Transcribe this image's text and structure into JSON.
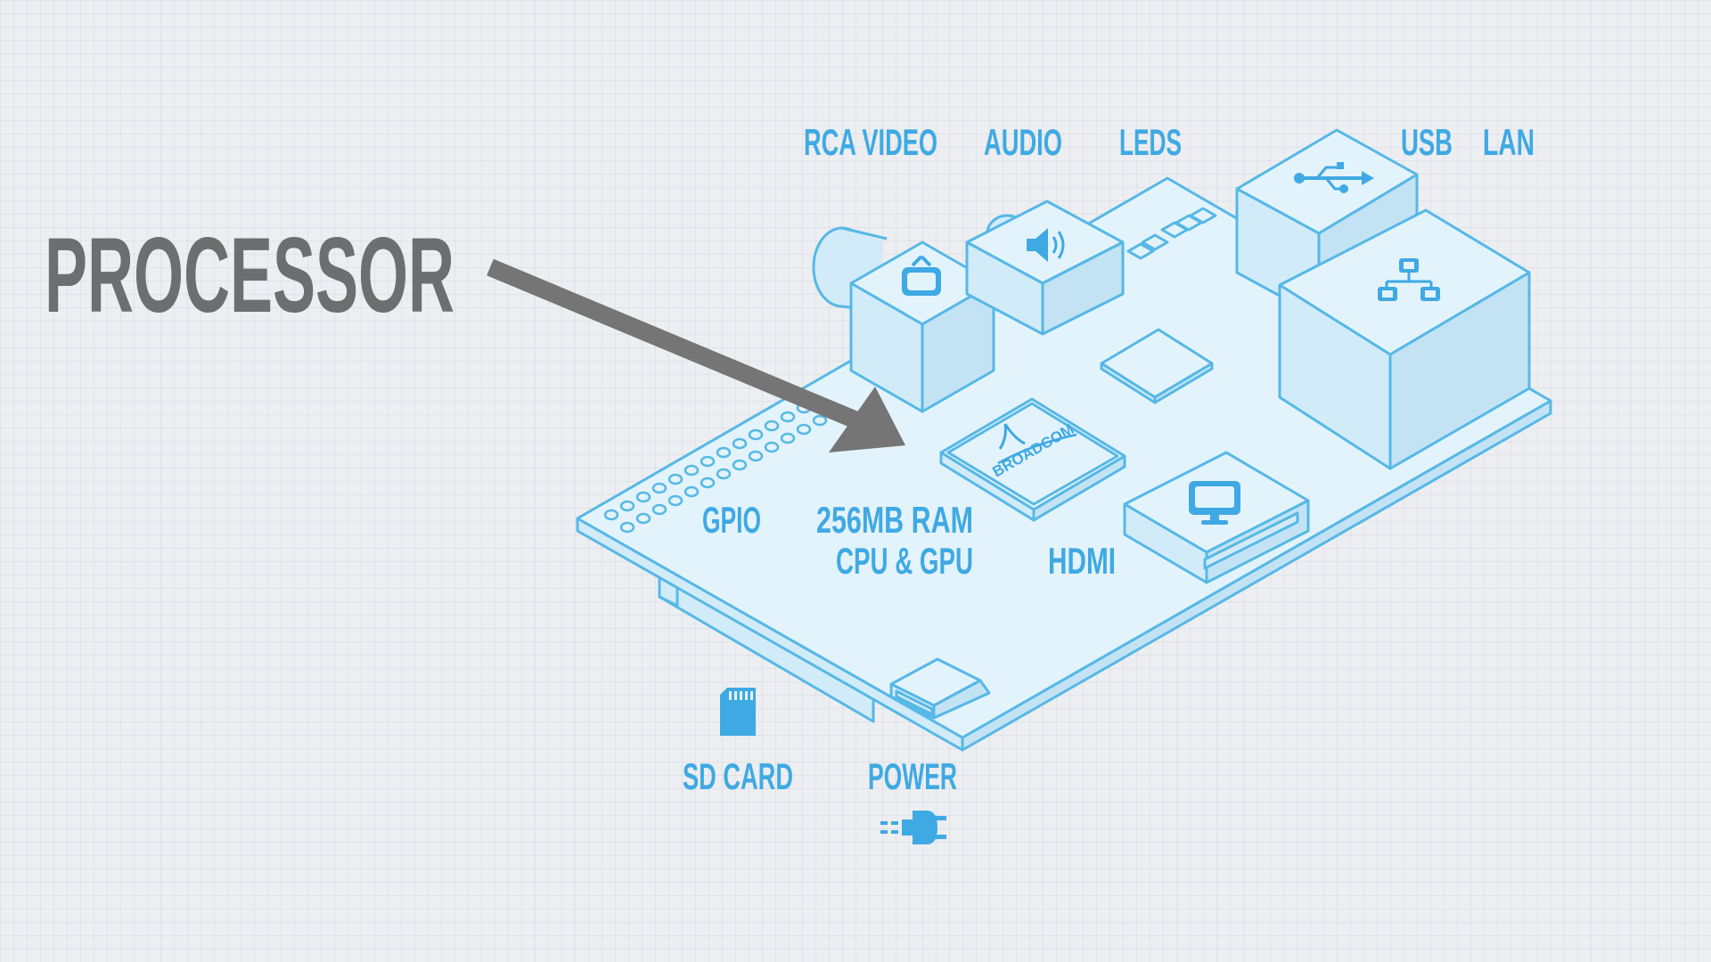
{
  "title": "PROCESSOR",
  "labels": {
    "rca_video": "RCA VIDEO",
    "audio": "AUDIO",
    "leds": "LEDS",
    "usb": "USB",
    "lan": "LAN",
    "gpio": "GPIO",
    "ram_line1": "256MB RAM",
    "ram_line2": "CPU & GPU",
    "hdmi": "HDMI",
    "sd_card": "SD CARD",
    "power": "POWER",
    "chip_brand": "BROADCOM"
  },
  "icons": [
    "tv-icon",
    "speaker-icon",
    "usb-icon",
    "network-icon",
    "monitor-icon",
    "sd-card-icon",
    "power-plug-icon"
  ],
  "colors": {
    "accent": "#3fa9e3",
    "outline": "#56b8e6",
    "title": "#6d6e70",
    "arrow": "#757575",
    "background": "#eceef1"
  }
}
